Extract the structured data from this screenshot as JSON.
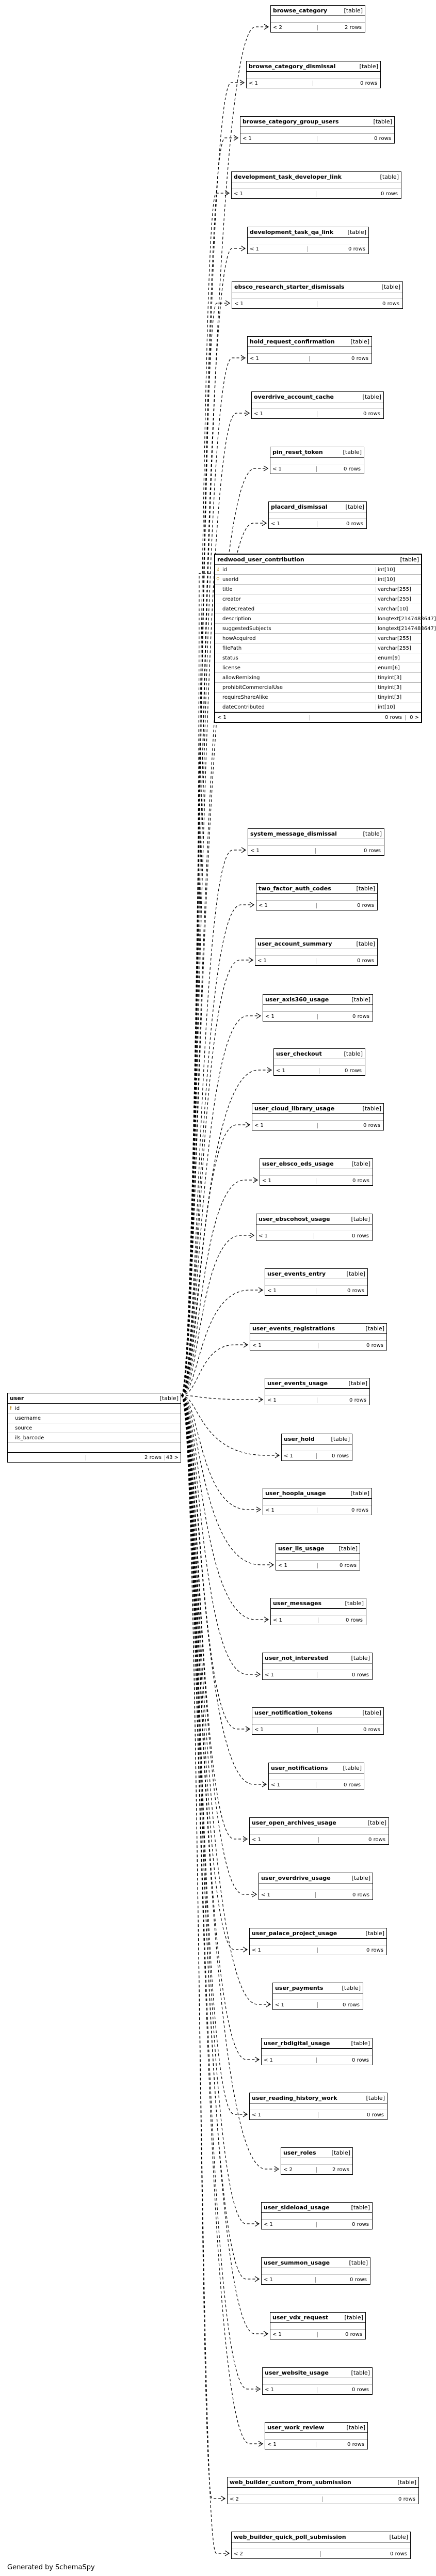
{
  "diagram": {
    "footer": "Generated by SchemaSpy",
    "kind_label": "[table]",
    "user_table": {
      "name": "user",
      "kind": "[table]",
      "columns": [
        {
          "name": "id",
          "pk": true
        },
        {
          "name": "username"
        },
        {
          "name": "source"
        },
        {
          "name": "ils_barcode"
        }
      ],
      "rows_label": "2 rows",
      "children_label": "43 >"
    },
    "central_table": {
      "name": "redwood_user_contribution",
      "kind": "[table]",
      "columns": [
        {
          "name": "id",
          "type": "int[10]",
          "pk": true
        },
        {
          "name": "userId",
          "type": "int[10]",
          "fk": true
        },
        {
          "name": "title",
          "type": "varchar[255]"
        },
        {
          "name": "creator",
          "type": "varchar[255]"
        },
        {
          "name": "dateCreated",
          "type": "varchar[10]"
        },
        {
          "name": "description",
          "type": "longtext[2147483647]"
        },
        {
          "name": "suggestedSubjects",
          "type": "longtext[2147483647]"
        },
        {
          "name": "howAcquired",
          "type": "varchar[255]"
        },
        {
          "name": "filePath",
          "type": "varchar[255]"
        },
        {
          "name": "status",
          "type": "enum[9]"
        },
        {
          "name": "license",
          "type": "enum[6]"
        },
        {
          "name": "allowRemixing",
          "type": "tinyint[3]"
        },
        {
          "name": "prohibitCommercialUse",
          "type": "tinyint[3]"
        },
        {
          "name": "requireShareAlike",
          "type": "tinyint[3]"
        },
        {
          "name": "dateContributed",
          "type": "int[10]"
        }
      ],
      "footer_left": "< 1",
      "rows_label": "0 rows",
      "children_label": "0 >"
    },
    "tables": [
      {
        "name": "browse_category",
        "parents": "< 2",
        "rows": "2 rows"
      },
      {
        "name": "browse_category_dismissal",
        "parents": "< 1",
        "rows": "0 rows"
      },
      {
        "name": "browse_category_group_users",
        "parents": "< 1",
        "rows": "0 rows"
      },
      {
        "name": "development_task_developer_link",
        "parents": "< 1",
        "rows": "0 rows"
      },
      {
        "name": "development_task_qa_link",
        "parents": "< 1",
        "rows": "0 rows"
      },
      {
        "name": "ebsco_research_starter_dismissals",
        "parents": "< 1",
        "rows": "0 rows"
      },
      {
        "name": "hold_request_confirmation",
        "parents": "< 1",
        "rows": "0 rows"
      },
      {
        "name": "overdrive_account_cache",
        "parents": "< 1",
        "rows": "0 rows"
      },
      {
        "name": "pin_reset_token",
        "parents": "< 1",
        "rows": "0 rows"
      },
      {
        "name": "placard_dismissal",
        "parents": "< 1",
        "rows": "0 rows"
      },
      {
        "name": "system_message_dismissal",
        "parents": "< 1",
        "rows": "0 rows"
      },
      {
        "name": "two_factor_auth_codes",
        "parents": "< 1",
        "rows": "0 rows"
      },
      {
        "name": "user_account_summary",
        "parents": "< 1",
        "rows": "0 rows"
      },
      {
        "name": "user_axis360_usage",
        "parents": "< 1",
        "rows": "0 rows"
      },
      {
        "name": "user_checkout",
        "parents": "< 1",
        "rows": "0 rows"
      },
      {
        "name": "user_cloud_library_usage",
        "parents": "< 1",
        "rows": "0 rows"
      },
      {
        "name": "user_ebsco_eds_usage",
        "parents": "< 1",
        "rows": "0 rows"
      },
      {
        "name": "user_ebscohost_usage",
        "parents": "< 1",
        "rows": "0 rows"
      },
      {
        "name": "user_events_entry",
        "parents": "< 1",
        "rows": "0 rows"
      },
      {
        "name": "user_events_registrations",
        "parents": "< 1",
        "rows": "0 rows"
      },
      {
        "name": "user_events_usage",
        "parents": "< 1",
        "rows": "0 rows"
      },
      {
        "name": "user_hold",
        "parents": "< 1",
        "rows": "0 rows"
      },
      {
        "name": "user_hoopla_usage",
        "parents": "< 1",
        "rows": "0 rows"
      },
      {
        "name": "user_ils_usage",
        "parents": "< 1",
        "rows": "0 rows"
      },
      {
        "name": "user_messages",
        "parents": "< 1",
        "rows": "0 rows"
      },
      {
        "name": "user_not_interested",
        "parents": "< 1",
        "rows": "0 rows"
      },
      {
        "name": "user_notification_tokens",
        "parents": "< 1",
        "rows": "0 rows"
      },
      {
        "name": "user_notifications",
        "parents": "< 1",
        "rows": "0 rows"
      },
      {
        "name": "user_open_archives_usage",
        "parents": "< 1",
        "rows": "0 rows"
      },
      {
        "name": "user_overdrive_usage",
        "parents": "< 1",
        "rows": "0 rows"
      },
      {
        "name": "user_palace_project_usage",
        "parents": "< 1",
        "rows": "0 rows"
      },
      {
        "name": "user_payments",
        "parents": "< 1",
        "rows": "0 rows"
      },
      {
        "name": "user_rbdigital_usage",
        "parents": "< 1",
        "rows": "0 rows"
      },
      {
        "name": "user_reading_history_work",
        "parents": "< 1",
        "rows": "0 rows"
      },
      {
        "name": "user_roles",
        "parents": "< 2",
        "rows": "2 rows"
      },
      {
        "name": "user_sideload_usage",
        "parents": "< 1",
        "rows": "0 rows"
      },
      {
        "name": "user_summon_usage",
        "parents": "< 1",
        "rows": "0 rows"
      },
      {
        "name": "user_vdx_request",
        "parents": "< 1",
        "rows": "0 rows"
      },
      {
        "name": "user_website_usage",
        "parents": "< 1",
        "rows": "0 rows"
      },
      {
        "name": "user_work_review",
        "parents": "< 1",
        "rows": "0 rows"
      },
      {
        "name": "web_builder_custom_from_submission",
        "parents": "< 2",
        "rows": "0 rows"
      },
      {
        "name": "web_builder_quick_poll_submission",
        "parents": "< 2",
        "rows": "0 rows"
      }
    ]
  }
}
